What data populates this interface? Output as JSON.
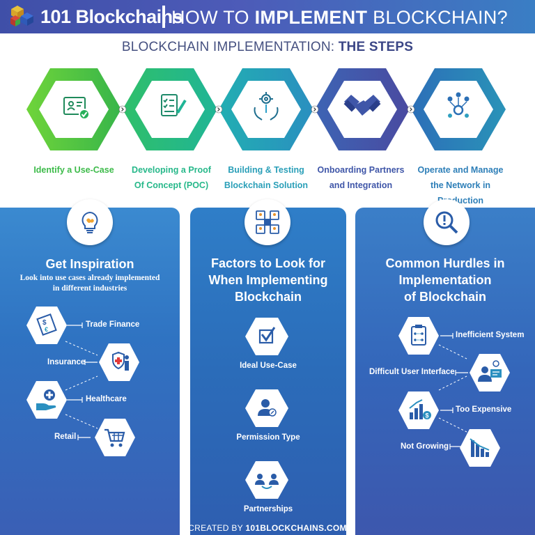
{
  "header": {
    "brand": "101 Blockchains",
    "title_prefix": "HOW TO ",
    "title_bold": "IMPLEMENT",
    "title_suffix": " BLOCKCHAIN?"
  },
  "subtitle": {
    "prefix": "BLOCKCHAIN IMPLEMENTATION: ",
    "bold": "THE STEPS"
  },
  "steps": [
    {
      "line1": "Identify a Use-Case",
      "line2": "",
      "color": "#3dbb4a",
      "icon": "id-card-check-icon"
    },
    {
      "line1": "Developing a Proof",
      "line2": "Of Concept (POC)",
      "color": "#27b88a",
      "icon": "checklist-pencil-icon"
    },
    {
      "line1": "Building & Testing",
      "line2": "Blockchain Solution",
      "color": "#2a9fb8",
      "icon": "gear-hands-icon"
    },
    {
      "line1": "Onboarding Partners",
      "line2": "and Integration",
      "color": "#3f56a8",
      "icon": "handshake-icon"
    },
    {
      "line1": "Operate and Manage",
      "line2": "the Network in Production",
      "color": "#2e7fb8",
      "icon": "network-people-icon"
    }
  ],
  "left_panel": {
    "title": "Get Inspiration",
    "desc_line1": "Look into use cases already implemented",
    "desc_line2": "in different industries",
    "icon": "lightbulb-brain-icon",
    "items": [
      {
        "label": "Trade Finance",
        "icon": "currency-exchange-icon"
      },
      {
        "label": "Insurance",
        "icon": "family-shield-icon"
      },
      {
        "label": "Healthcare",
        "icon": "hand-plus-icon"
      },
      {
        "label": "Retail",
        "icon": "shopping-cart-icon"
      }
    ]
  },
  "mid_panel": {
    "title_line1": "Factors to Look for",
    "title_line2": "When Implementing",
    "title_line3": "Blockchain",
    "icon": "network-users-icon",
    "items": [
      {
        "label": "Ideal Use-Case",
        "icon": "checkbox-icon"
      },
      {
        "label": "Permission Type",
        "icon": "user-key-icon"
      },
      {
        "label": "Partnerships",
        "icon": "group-icon"
      }
    ]
  },
  "right_panel": {
    "title_line1": "Common Hurdles in",
    "title_line2": "Implementation",
    "title_line3": "of Blockchain",
    "icon": "magnifier-alert-icon",
    "items": [
      {
        "label": "Inefficient System",
        "icon": "clipboard-flow-icon"
      },
      {
        "label": "Difficult User Interface",
        "icon": "user-screen-icon"
      },
      {
        "label": "Too Expensive",
        "icon": "chart-coin-icon"
      },
      {
        "label": "Not Growing",
        "icon": "chart-down-icon"
      }
    ]
  },
  "footer": {
    "prefix": "CREATED BY ",
    "bold": "101BLOCKCHAINS.COM"
  }
}
